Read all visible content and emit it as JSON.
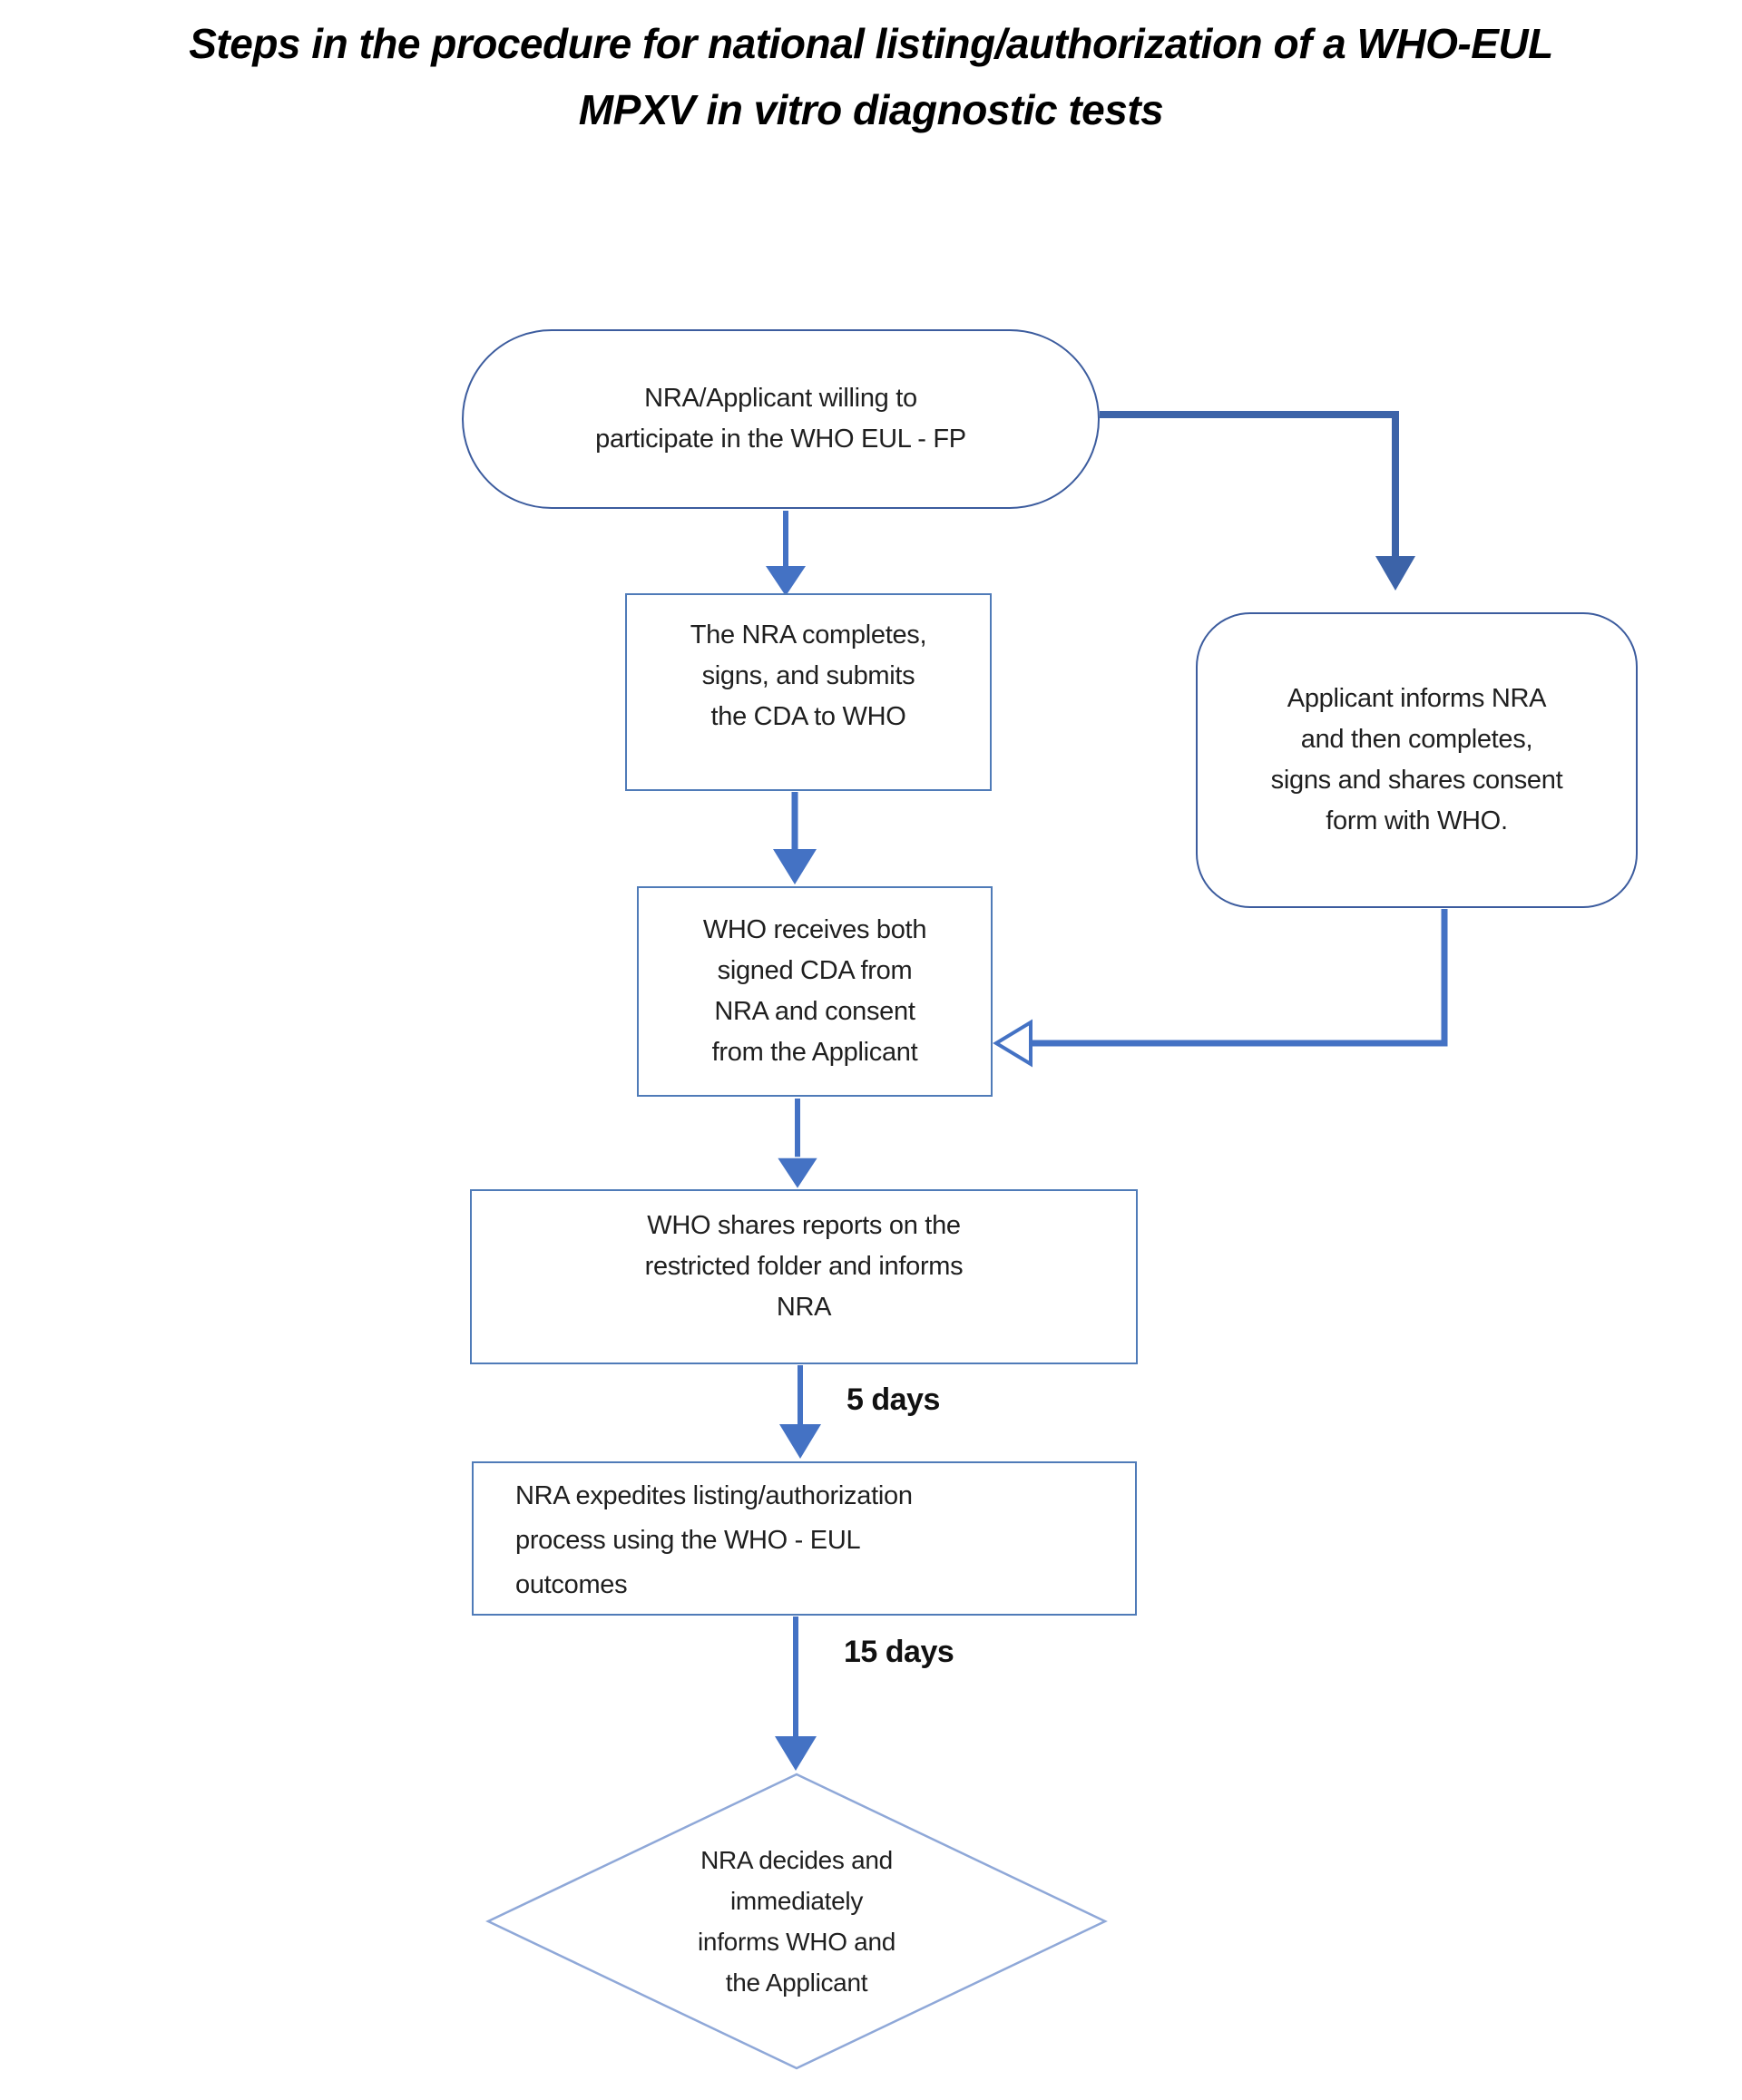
{
  "title": {
    "line1": "Steps in the procedure for national listing/authorization of a WHO-EUL",
    "line2": "MPXV in vitro diagnostic tests"
  },
  "nodes": {
    "start": {
      "shape": "stadium",
      "label": "NRA/Applicant willing to\nparticipate in the WHO EUL - FP"
    },
    "nra_completes": {
      "shape": "rectangle",
      "label": "The NRA completes,\nsigns, and submits\nthe CDA to WHO"
    },
    "applicant_informs": {
      "shape": "rounded-rectangle",
      "label": "Applicant informs NRA\nand then completes,\nsigns and shares consent\nform with WHO."
    },
    "who_receives": {
      "shape": "rectangle",
      "label": "WHO receives both\nsigned CDA from\nNRA and consent\nfrom the Applicant"
    },
    "who_shares": {
      "shape": "rectangle",
      "label": "WHO shares reports on the\nrestricted folder and informs\nNRA"
    },
    "nra_expedites": {
      "shape": "rectangle",
      "label": "NRA expedites listing/authorization\nprocess using the WHO - EUL\noutcomes"
    },
    "decision": {
      "shape": "diamond",
      "label": "NRA decides and\nimmediately\ninforms WHO and\nthe Applicant"
    }
  },
  "edges": [
    {
      "from": "start",
      "to": "nra_completes",
      "label": ""
    },
    {
      "from": "start",
      "to": "applicant_informs",
      "label": ""
    },
    {
      "from": "nra_completes",
      "to": "who_receives",
      "label": ""
    },
    {
      "from": "applicant_informs",
      "to": "who_receives",
      "label": ""
    },
    {
      "from": "who_receives",
      "to": "who_shares",
      "label": ""
    },
    {
      "from": "who_shares",
      "to": "nra_expedites",
      "label": "5 days"
    },
    {
      "from": "nra_expedites",
      "to": "decision",
      "label": "15 days"
    }
  ],
  "colors": {
    "arrow": "#4472C4",
    "elbow": "#3C63A8",
    "border_dark": "#3C5C9E",
    "border_light": "#4F7BB8",
    "diamond_border": "#8FA8D8",
    "text": "#1F1F1F",
    "title": "#000000",
    "bg": "#FFFFFF"
  }
}
